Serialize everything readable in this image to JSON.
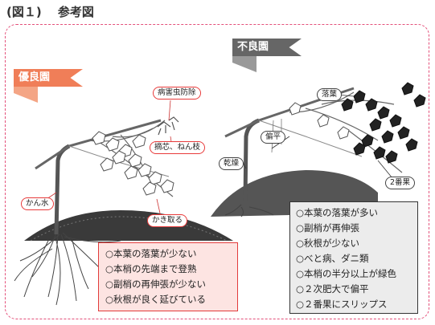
{
  "page_title": "(図１)　 参考図",
  "good": {
    "ribbon": "優良園",
    "labels": {
      "pest_control": "病害虫防除",
      "pinching": "摘芯、ねん枝",
      "irrigation": "かん水",
      "removal": "かき取る"
    },
    "conditions": [
      "○本葉の落葉が少ない",
      "○本梢の先端まで登熟",
      "○副梢の再伸張が少ない",
      "○秋根が良く延びている"
    ]
  },
  "bad": {
    "ribbon": "不良園",
    "labels": {
      "leaf_fall": "落葉",
      "uneven": "偏平",
      "dry": "乾燥",
      "second_crop": "2番果"
    },
    "conditions": [
      "○本葉の落葉が多い",
      "○副梢が再伸張",
      "○秋根が少ない",
      "○べと病、ダニ類",
      "○本梢の半分以上が緑色",
      "○２次肥大で偏平",
      "○２番果にスリップス"
    ]
  },
  "colors": {
    "accent_pink": "#e4507a",
    "good_ribbon": "#f07e58",
    "bad_ribbon": "#666666",
    "good_box_fill": "#fde4e2",
    "good_box_border": "#e23b3b",
    "bad_box_fill": "#ececec"
  }
}
